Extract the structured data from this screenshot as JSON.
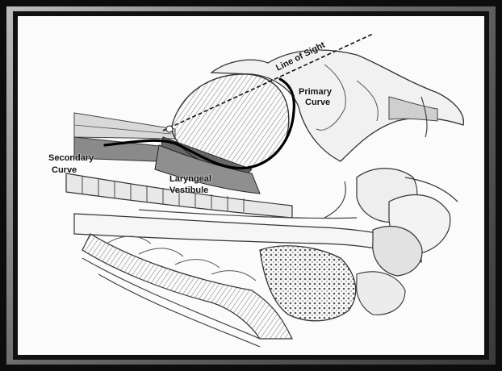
{
  "labels": {
    "line_of_sight": "Line of Sight",
    "primary_line1": "Primary",
    "primary_line2": "Curve",
    "secondary_line1": "Secondary",
    "secondary_line2": "Curve",
    "laryngeal_line1": "Laryngeal",
    "laryngeal_line2": "Vestibule"
  },
  "colors": {
    "frame": "#0d0d0d",
    "background": "#fbfbfb",
    "ink": "#222222",
    "tissue_shade": "#9a9a9a"
  }
}
